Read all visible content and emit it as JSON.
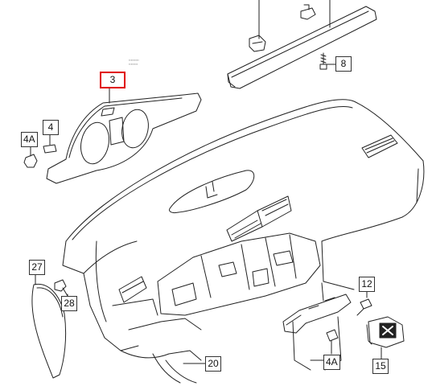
{
  "callouts": {
    "c3": "3",
    "c4": "4",
    "c4a_left": "4A",
    "c8": "8",
    "c12": "12",
    "c15": "15",
    "c20": "20",
    "c27": "27",
    "c28": "28",
    "c4a_bottom": "4A"
  },
  "highlight_color": "#e00000",
  "line_color": "#222222"
}
